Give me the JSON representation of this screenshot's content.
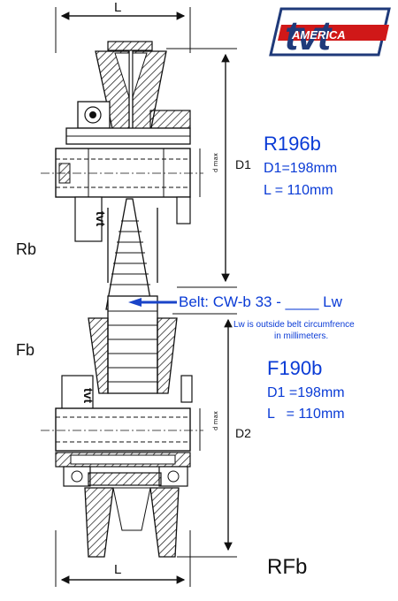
{
  "logo": {
    "brand": "tvt",
    "sub": "AMERICA",
    "colors": {
      "navy": "#1f3a7a",
      "red": "#d01818"
    }
  },
  "dimensions": {
    "top_width": "L",
    "bottom_width": "L",
    "top_diameter": "D1",
    "bottom_diameter": "D2",
    "top_bore": "d max",
    "bottom_bore": "d max"
  },
  "part_labels": {
    "top": "Rb",
    "middle": "Fb",
    "bottom": "RFb"
  },
  "top_pulley": {
    "model": "R196b",
    "d1": "D1=198mm",
    "length": "L = 110mm"
  },
  "bottom_pulley": {
    "model": "F190b",
    "d1": "D1 =198mm",
    "length": "L   = 110mm"
  },
  "belt": {
    "label": "Belt: CW-b 33 - ____ Lw",
    "note_line1": "Lw is outside belt circumfrence",
    "note_line2": "in millimeters."
  },
  "colors": {
    "label_blue": "#0a3bd6",
    "arrow_blue": "#1a44c8",
    "line": "#111111"
  }
}
